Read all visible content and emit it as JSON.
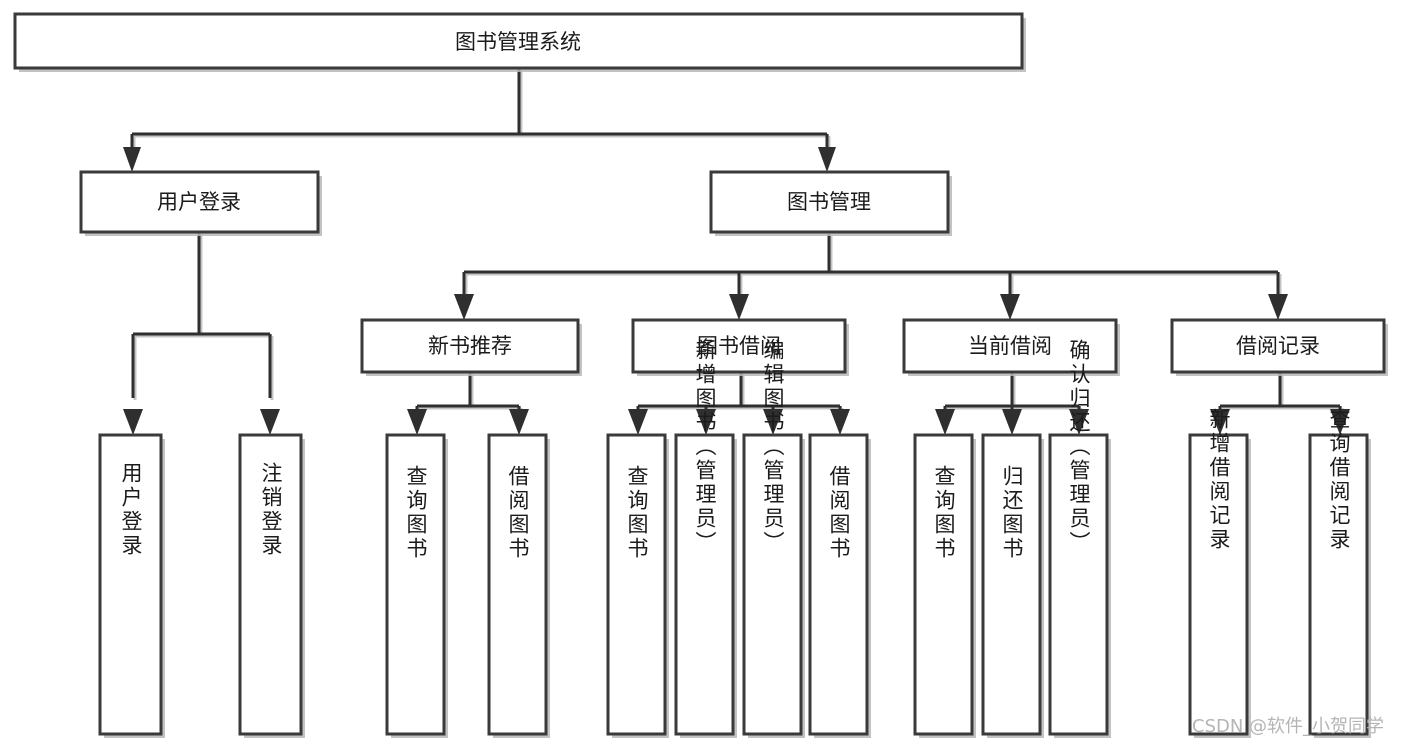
{
  "diagram": {
    "title": "图书管理系统",
    "type": "hierarchy-tree",
    "background_color": "#ffffff",
    "box_stroke_color": "#3a3a3a",
    "connector_color": "#2f2f2f",
    "text_color": "#1b1b1b",
    "levels": [
      {
        "level": 1,
        "nodes": [
          {
            "id": "root",
            "label": "图书管理系统",
            "orientation": "horizontal"
          }
        ]
      },
      {
        "level": 2,
        "nodes": [
          {
            "id": "user-login",
            "label": "用户登录",
            "orientation": "horizontal",
            "parent": "root"
          },
          {
            "id": "book-management",
            "label": "图书管理",
            "orientation": "horizontal",
            "parent": "root"
          }
        ]
      },
      {
        "level": 3,
        "nodes": [
          {
            "id": "new-book-recommend",
            "label": "新书推荐",
            "orientation": "horizontal",
            "parent": "book-management"
          },
          {
            "id": "book-borrow",
            "label": "图书借阅",
            "orientation": "horizontal",
            "parent": "book-management"
          },
          {
            "id": "current-borrow",
            "label": "当前借阅",
            "orientation": "horizontal",
            "parent": "book-management"
          },
          {
            "id": "borrow-record",
            "label": "借阅记录",
            "orientation": "horizontal",
            "parent": "book-management"
          }
        ]
      },
      {
        "level": 4,
        "nodes": [
          {
            "id": "leaf-user-login",
            "label": "用户登录",
            "orientation": "vertical",
            "parent": "user-login"
          },
          {
            "id": "leaf-logout-login",
            "label": "注销登录",
            "orientation": "vertical",
            "parent": "user-login"
          },
          {
            "id": "leaf-query-book-1",
            "label": "查询图书",
            "orientation": "vertical",
            "parent": "new-book-recommend"
          },
          {
            "id": "leaf-borrow-book-1",
            "label": "借阅图书",
            "orientation": "vertical",
            "parent": "new-book-recommend"
          },
          {
            "id": "leaf-query-book-2",
            "label": "查询图书",
            "orientation": "vertical",
            "parent": "book-borrow"
          },
          {
            "id": "leaf-add-book",
            "label": "新增图书（管理员）",
            "orientation": "vertical",
            "parent": "book-borrow"
          },
          {
            "id": "leaf-edit-book",
            "label": "编辑图书（管理员）",
            "orientation": "vertical",
            "parent": "book-borrow"
          },
          {
            "id": "leaf-borrow-book-2",
            "label": "借阅图书",
            "orientation": "vertical",
            "parent": "book-borrow"
          },
          {
            "id": "leaf-query-book-3",
            "label": "查询图书",
            "orientation": "vertical",
            "parent": "current-borrow"
          },
          {
            "id": "leaf-return-book",
            "label": "归还图书",
            "orientation": "vertical",
            "parent": "current-borrow"
          },
          {
            "id": "leaf-confirm-return",
            "label": "确认归还（管理员）",
            "orientation": "vertical",
            "parent": "current-borrow"
          },
          {
            "id": "leaf-add-record",
            "label": "新增借阅记录",
            "orientation": "vertical",
            "parent": "borrow-record"
          },
          {
            "id": "leaf-query-record",
            "label": "查询借阅记录",
            "orientation": "vertical",
            "parent": "borrow-record"
          }
        ]
      }
    ]
  },
  "watermark": {
    "text": "CSDN @软件_小贺同学"
  }
}
